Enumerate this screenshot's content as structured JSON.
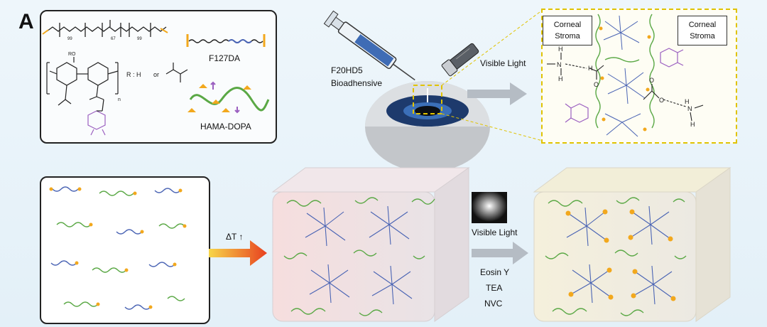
{
  "panel_letter": "A",
  "chem": {
    "subscripts": [
      "99",
      "67",
      "99"
    ],
    "r_group": "R : H",
    "or_text": "or",
    "ro_label": "RO",
    "n_label": "n",
    "f127da_label": "F127DA",
    "hama_dopa_label": "HAMA-DOPA"
  },
  "top": {
    "adhesive_name": "F20HD5",
    "adhesive_desc": "Bioadhensive",
    "light_label": "Visible Light"
  },
  "zoom": {
    "left_tissue": "Corneal\nStroma",
    "right_tissue": "Corneal\nStroma"
  },
  "bottom": {
    "heating_label": "ΔT ↑",
    "light_label": "Visible Light",
    "reagents": [
      "Eosin Y",
      "TEA",
      "NVC"
    ]
  },
  "colors": {
    "peg_blue": "#4a64b4",
    "hama_green": "#5aa845",
    "acrylate_orange": "#f2a81d",
    "dopa_purple": "#9b5fc0",
    "frame_yellow": "#e0c300"
  }
}
